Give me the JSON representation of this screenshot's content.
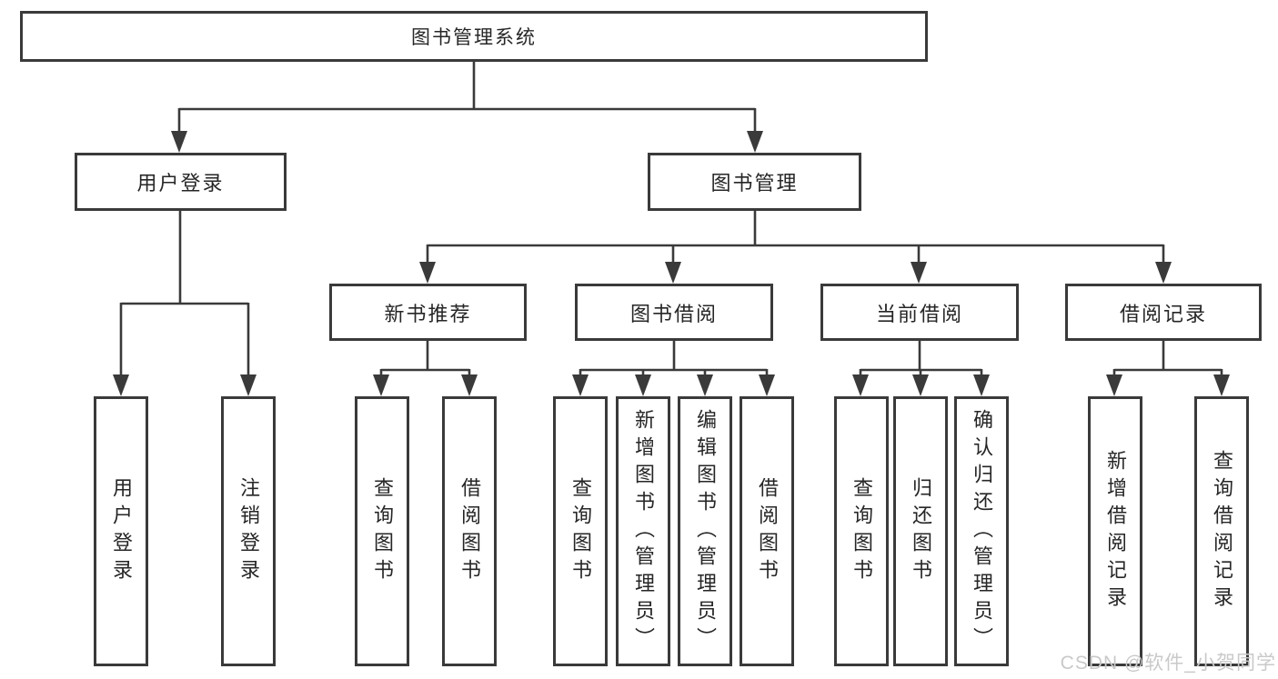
{
  "diagram": {
    "root": {
      "label": "图书管理系统"
    },
    "level2": {
      "user_login": {
        "label": "用户登录"
      },
      "book_management": {
        "label": "图书管理"
      }
    },
    "level3": {
      "new_book_recommend": {
        "label": "新书推荐"
      },
      "book_borrowing": {
        "label": "图书借阅"
      },
      "current_borrowing": {
        "label": "当前借阅"
      },
      "borrowing_records": {
        "label": "借阅记录"
      }
    },
    "leaves": {
      "user_login": {
        "label": "用户登录"
      },
      "logout": {
        "label": "注销登录"
      },
      "query_book_rec": {
        "label": "查询图书"
      },
      "borrow_book_rec": {
        "label": "借阅图书"
      },
      "query_book_borrow": {
        "label": "查询图书"
      },
      "add_book_admin": {
        "label": "新增图书（管理员）"
      },
      "edit_book_admin": {
        "label": "编辑图书（管理员）"
      },
      "borrow_book": {
        "label": "借阅图书"
      },
      "query_book_current": {
        "label": "查询图书"
      },
      "return_book": {
        "label": "归还图书"
      },
      "confirm_return_admin": {
        "label": "确认归还（管理员）"
      },
      "add_borrow_record": {
        "label": "新增借阅记录"
      },
      "query_borrow_record": {
        "label": "查询借阅记录"
      }
    }
  },
  "watermark": {
    "text": "CSDN @软件_小贺同学"
  },
  "colors": {
    "line": "#3a3a3a",
    "box_border": "#3a3a3a",
    "text": "#262626",
    "watermark": "#c9c9c9",
    "background": "#ffffff"
  }
}
